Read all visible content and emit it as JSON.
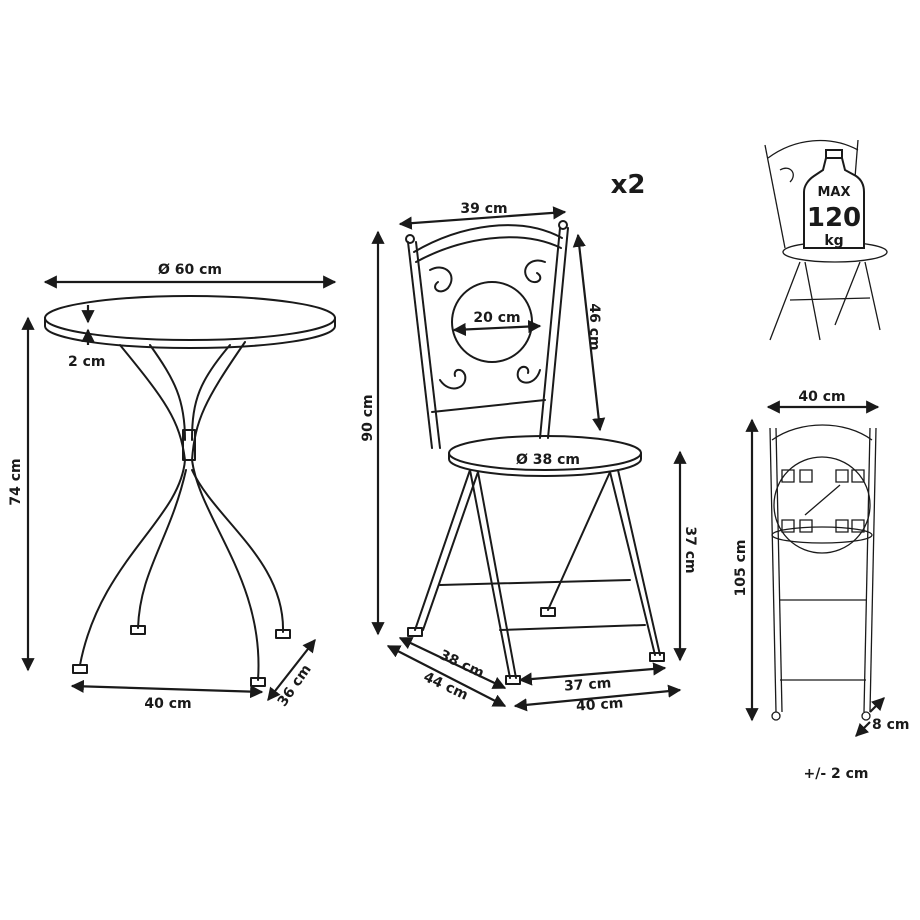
{
  "table": {
    "diameter": "Ø 60 cm",
    "top_thickness": "2 cm",
    "height": "74 cm",
    "base_width": "40 cm",
    "base_depth": "36 cm"
  },
  "chair": {
    "quantity": "x2",
    "back_width": "39 cm",
    "medallion": "20 cm",
    "back_height": "46 cm",
    "total_height": "90 cm",
    "seat_diameter": "Ø 38 cm",
    "seat_height": "37 cm",
    "base_depth_inner": "38 cm",
    "base_depth_outer": "44 cm",
    "base_width_inner": "37 cm",
    "base_width_outer": "40 cm"
  },
  "max_load": {
    "line1": "MAX",
    "line2": "120",
    "line3": "kg"
  },
  "folded": {
    "width": "40 cm",
    "height": "105 cm",
    "depth": "8 cm"
  },
  "tolerance": "+/- 2 cm"
}
